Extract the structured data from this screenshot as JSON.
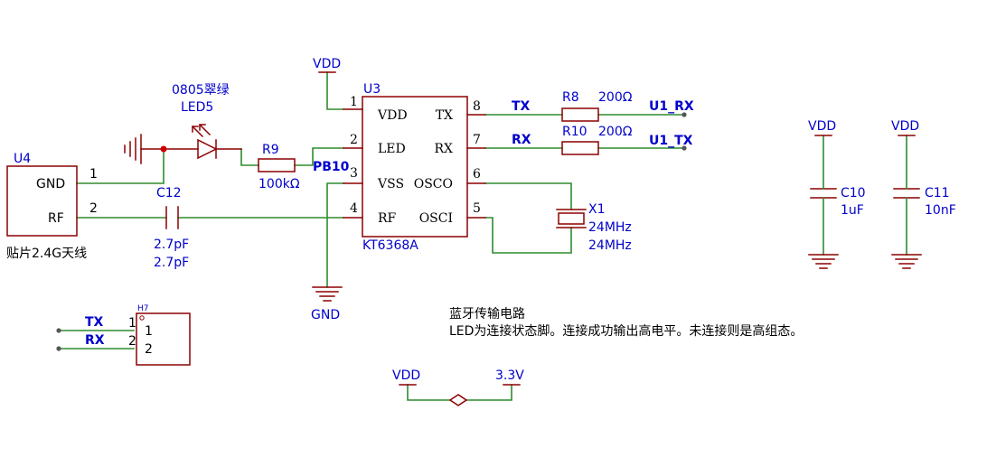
{
  "colors": {
    "wire": "#2e8b2e",
    "part": "#8b0000",
    "label": "#0000cc",
    "text": "#000000",
    "pin_dot": "#555555",
    "junction": "#cc0000"
  },
  "power": {
    "vdd": "VDD",
    "gnd": "GND",
    "v33": "3.3V"
  },
  "u3": {
    "ref": "U3",
    "part": "KT6368A",
    "pins_left": [
      {
        "num": "1",
        "name": "VDD"
      },
      {
        "num": "2",
        "name": "LED"
      },
      {
        "num": "3",
        "name": "VSS"
      },
      {
        "num": "4",
        "name": "RF"
      }
    ],
    "pins_right": [
      {
        "num": "8",
        "name": "TX"
      },
      {
        "num": "7",
        "name": "RX"
      },
      {
        "num": "6",
        "name": "OSCO"
      },
      {
        "num": "5",
        "name": "OSCI"
      }
    ]
  },
  "u4": {
    "ref": "U4",
    "pin_gnd": "GND",
    "pin_rf": "RF",
    "num1": "1",
    "num2": "2",
    "desc": "贴片2.4G天线"
  },
  "c12": {
    "ref": "C12",
    "value": "2.7pF",
    "value2": "2.7pF"
  },
  "led5": {
    "note": "0805翠绿",
    "ref": "LED5"
  },
  "r9": {
    "ref": "R9",
    "value": "100kΩ"
  },
  "net_pb10": "PB10",
  "r8": {
    "ref": "R8",
    "value": "200Ω"
  },
  "r10": {
    "ref": "R10",
    "value": "200Ω"
  },
  "net": {
    "tx": "TX",
    "rx": "RX",
    "u1rx": "U1_RX",
    "u1tx": "U1_TX"
  },
  "x1": {
    "ref": "X1",
    "value": "24MHz",
    "value2": "24MHz"
  },
  "c10": {
    "ref": "C10",
    "value": "1uF"
  },
  "c11": {
    "ref": "C11",
    "value": "10nF"
  },
  "h7": {
    "ref": "H7",
    "pin1": "1",
    "pin2": "2",
    "num1": "1",
    "num2": "2",
    "net1": "TX",
    "net2": "RX"
  },
  "notes": {
    "title": "蓝牙传输电路",
    "desc": "LED为连接状态脚。连接成功输出高电平。未连接则是高组态。"
  }
}
